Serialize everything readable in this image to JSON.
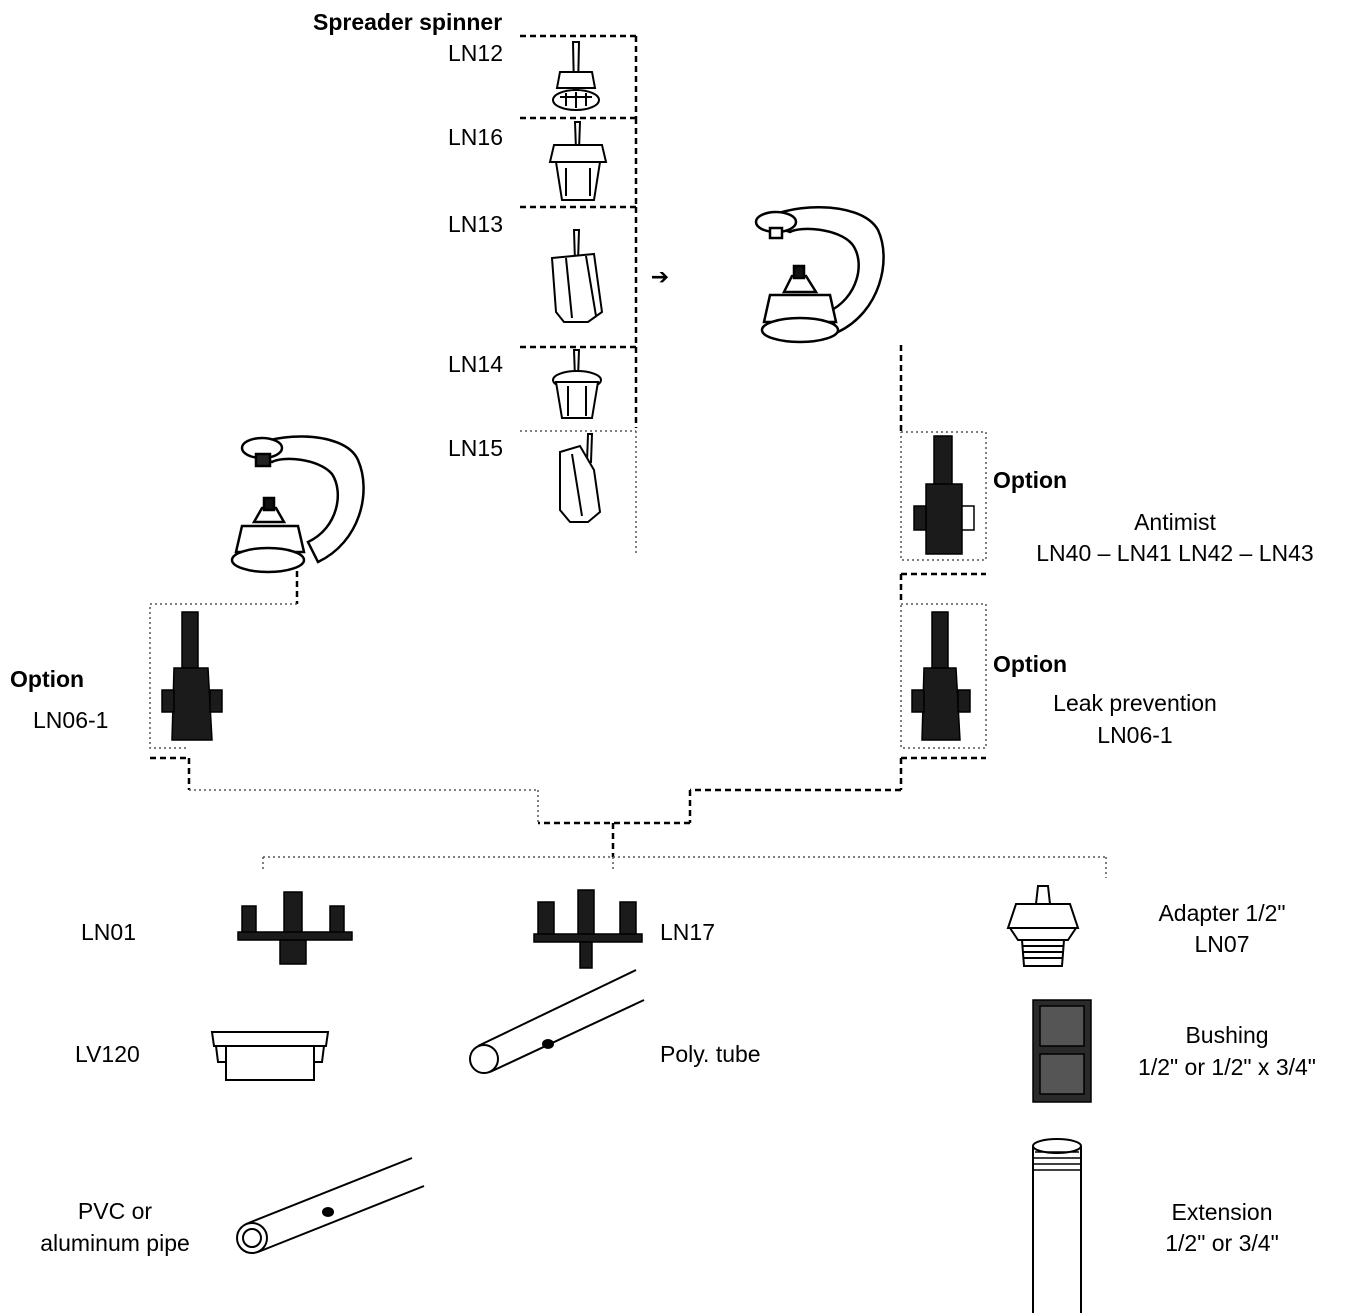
{
  "spinners": {
    "title": "Spreader spinner",
    "items": [
      "LN12",
      "LN16",
      "LN13",
      "LN14",
      "LN15"
    ]
  },
  "arrow": "➔",
  "left_option": {
    "label": "Option",
    "code": "LN06-1"
  },
  "right_option_antimist": {
    "label": "Option",
    "name": "Antimist",
    "codes": "LN40 – LN41 LN42 – LN43"
  },
  "right_option_leak": {
    "label": "Option",
    "name": "Leak prevention",
    "code": "LN06-1"
  },
  "parts": {
    "ln01": "LN01",
    "ln17": "LN17",
    "adapter": {
      "name": "Adapter 1/2\"",
      "code": "LN07"
    },
    "lv120": "LV120",
    "poly_tube": "Poly. tube",
    "bushing": {
      "name": "Bushing",
      "size": "1/2\" or 1/2\" x 3/4\""
    },
    "pvc": {
      "line1": "PVC or",
      "line2": "aluminum pipe"
    },
    "extension": {
      "name": "Extension",
      "size": "1/2\" or 3/4\""
    }
  },
  "colors": {
    "ink": "#000000",
    "paper": "#ffffff",
    "metal": "#222222",
    "dotted": "#555555"
  }
}
